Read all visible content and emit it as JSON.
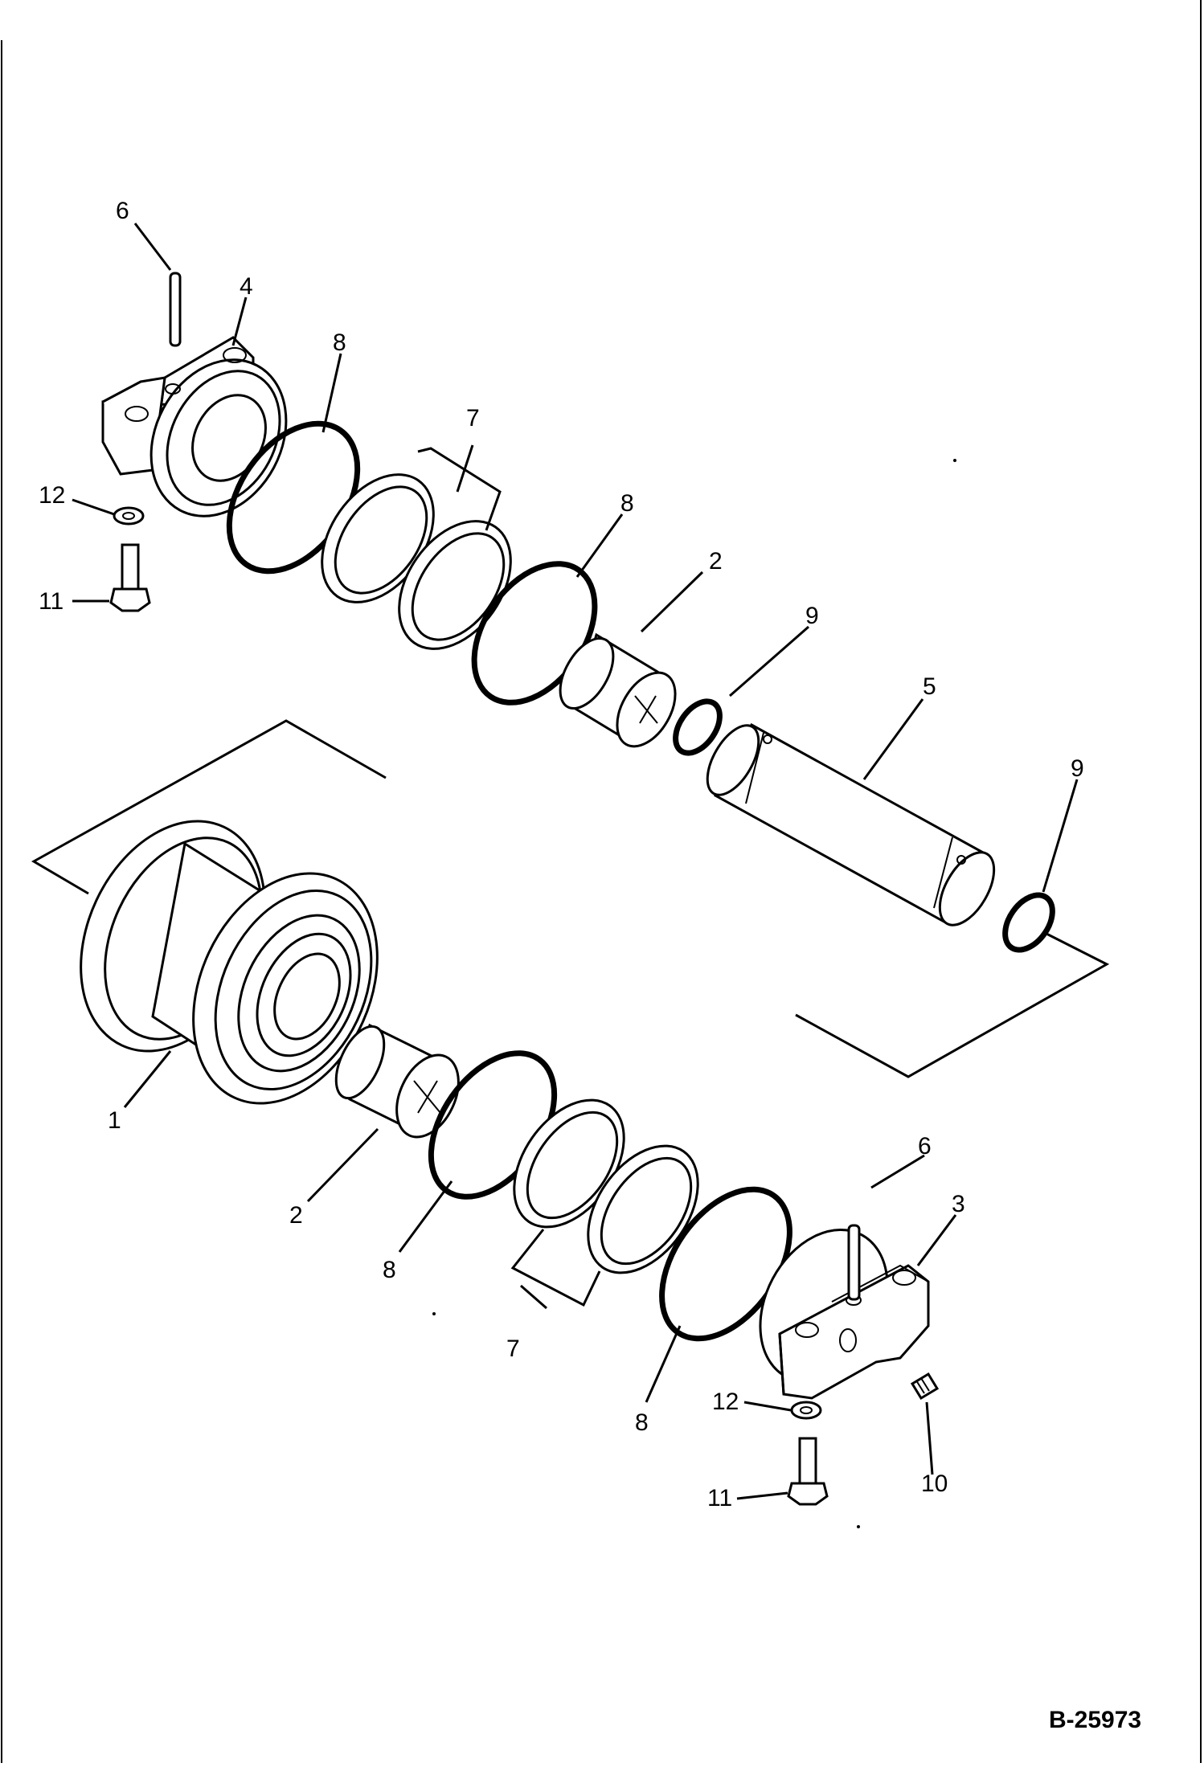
{
  "drawing": {
    "code": "B-25973",
    "callouts": [
      "1",
      "2",
      "3",
      "4",
      "5",
      "6",
      "7",
      "8",
      "9",
      "10",
      "11",
      "12"
    ]
  }
}
